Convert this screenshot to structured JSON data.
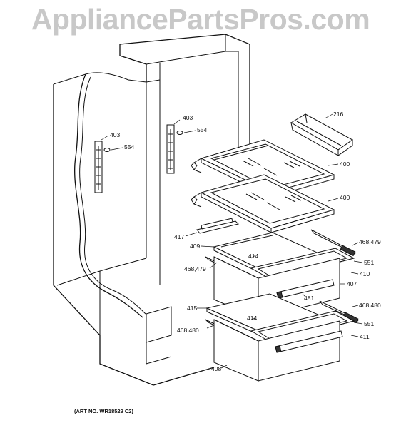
{
  "watermark": "AppliancePartsPros.com",
  "art_number": "(ART NO. WR18529 C2)",
  "callouts": {
    "c216": "216",
    "c403a": "403",
    "c554a": "554",
    "c403b": "403",
    "c554b": "554",
    "c400a": "400",
    "c400b": "400",
    "c417": "417",
    "c409": "409",
    "c414a": "414",
    "c468_479a": "468,479",
    "c468_479b": "468,479",
    "c551a": "551",
    "c410": "410",
    "c407": "407",
    "c481": "481",
    "c415": "415",
    "c414b": "414",
    "c468_480a": "468,480",
    "c468_480b": "468,480",
    "c551b": "551",
    "c411": "411",
    "c408": "408"
  }
}
